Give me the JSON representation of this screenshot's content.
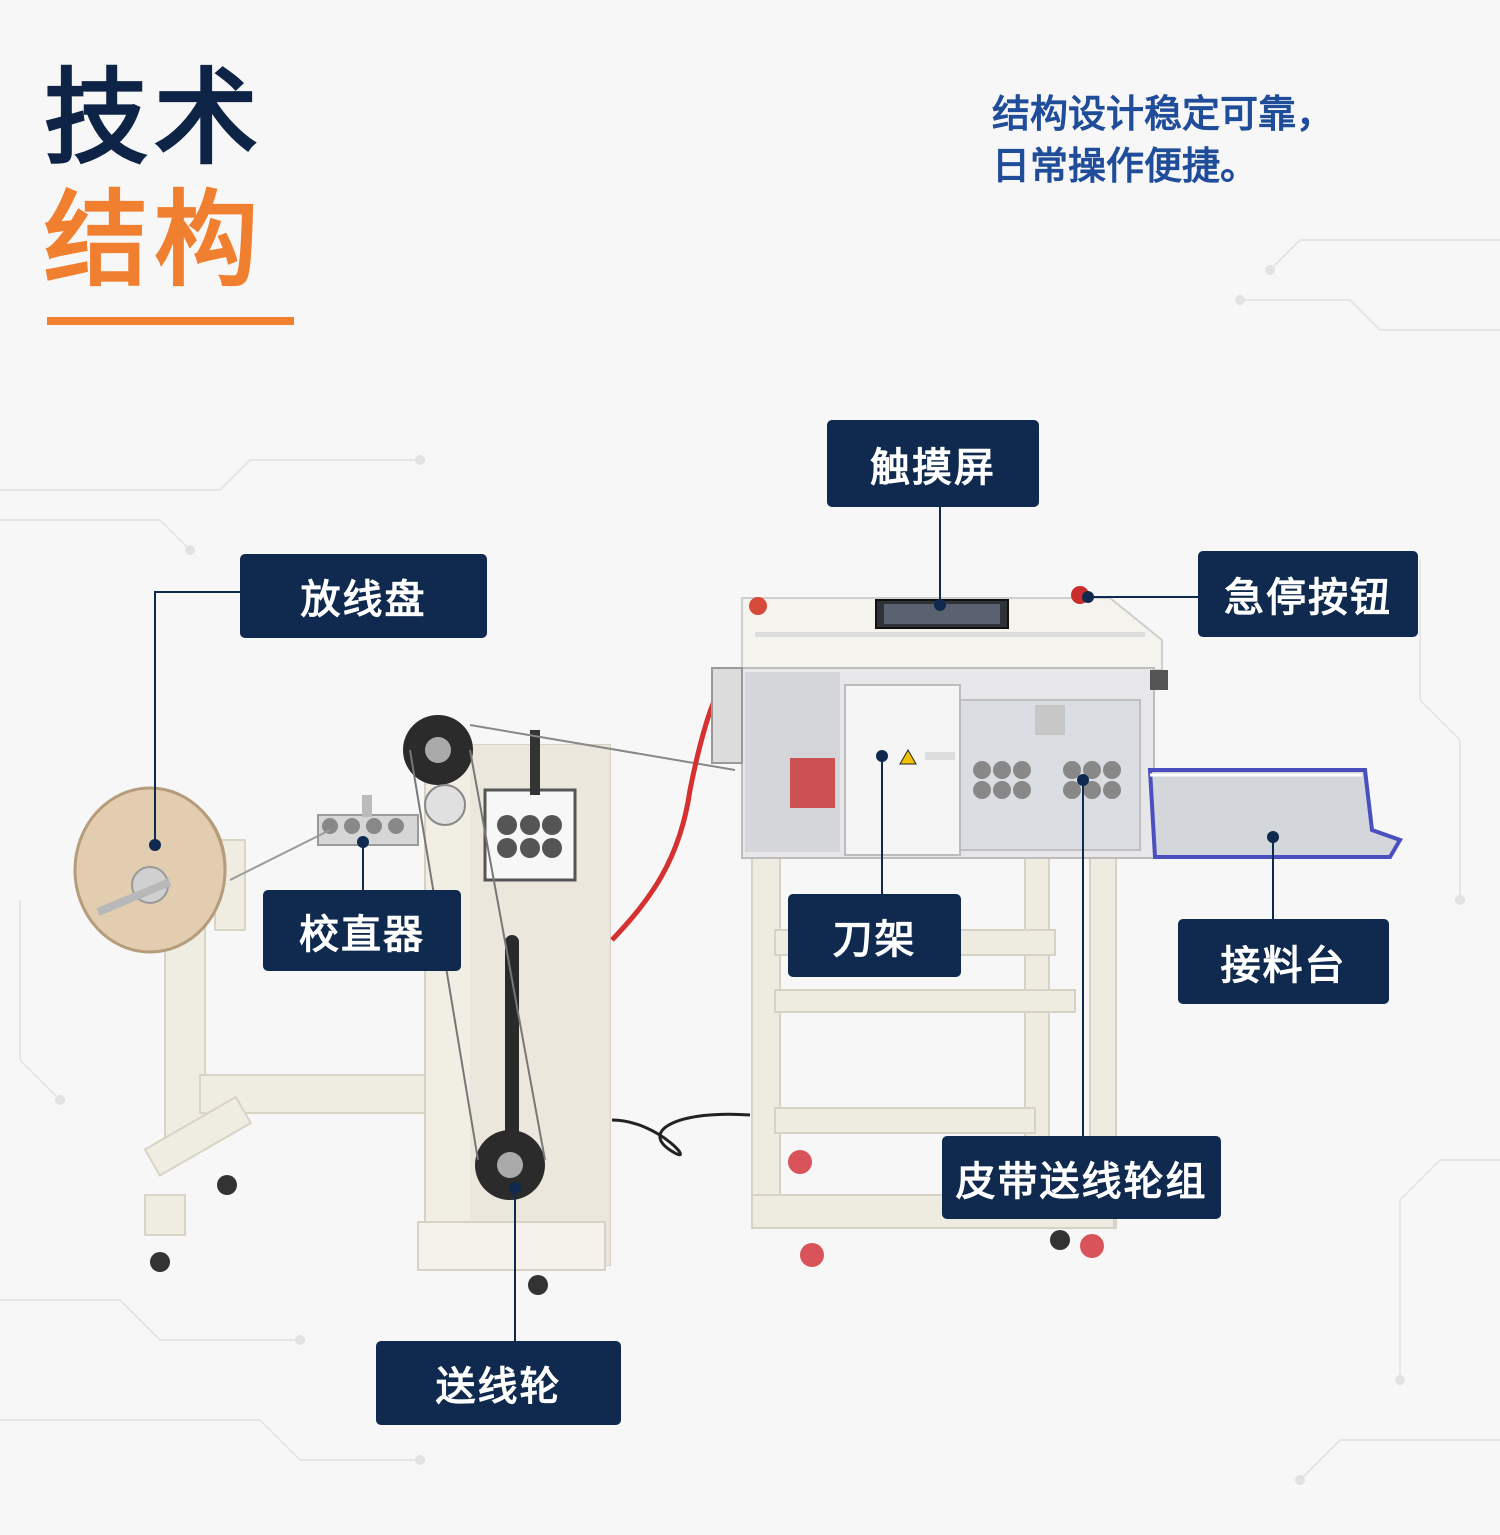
{
  "header": {
    "title_line1": "技术",
    "title_line2": "结构",
    "subtitle_lines": [
      "结构设计稳定可靠，",
      "日常操作便捷。"
    ]
  },
  "callouts": {
    "touch_screen": "触摸屏",
    "spool": "放线盘",
    "emergency_stop": "急停按钮",
    "straightener": "校直器",
    "knife_holder": "刀架",
    "receiving_tray": "接料台",
    "belt_feed_wheels": "皮带送线轮组",
    "feed_wheel": "送线轮"
  },
  "colors": {
    "navy": "#0f2a4e",
    "title_dark": "#0e2447",
    "accent_orange": "#f07f2f",
    "subtitle_blue": "#1f4d9a"
  }
}
